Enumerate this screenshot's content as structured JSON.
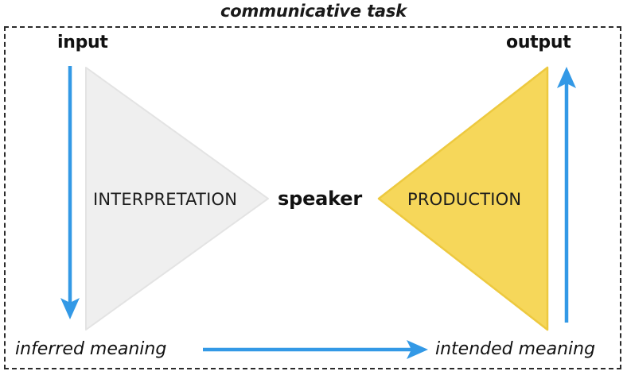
{
  "diagram": {
    "title": "communicative task",
    "frame": {
      "border_style": "dashed",
      "border_color": "#2b2b2b"
    },
    "labels": {
      "input": "input",
      "output": "output",
      "inferred_meaning": "inferred meaning",
      "intended_meaning": "intended meaning",
      "speaker": "speaker"
    },
    "shapes": [
      {
        "name": "interpretation-triangle",
        "label": "INTERPRETATION",
        "fill": "#EFEFEF",
        "stroke": "#E2E2E2",
        "direction": "points-right"
      },
      {
        "name": "production-triangle",
        "label": "PRODUCTION",
        "fill": "#F6D75A",
        "stroke": "#EDC93F",
        "direction": "points-left"
      }
    ],
    "arrows": [
      {
        "name": "input-arrow",
        "direction": "down",
        "color": "#3399E6",
        "from": "input",
        "to": "inferred meaning"
      },
      {
        "name": "meaning-arrow",
        "direction": "right",
        "color": "#3399E6",
        "from": "inferred meaning",
        "to": "intended meaning"
      },
      {
        "name": "output-arrow",
        "direction": "up",
        "color": "#3399E6",
        "from": "intended meaning",
        "to": "output"
      }
    ],
    "colors": {
      "accent_blue": "#3399E6",
      "accent_yellow": "#F6D75A",
      "neutral_gray": "#EFEFEF",
      "text": "#111111"
    }
  }
}
